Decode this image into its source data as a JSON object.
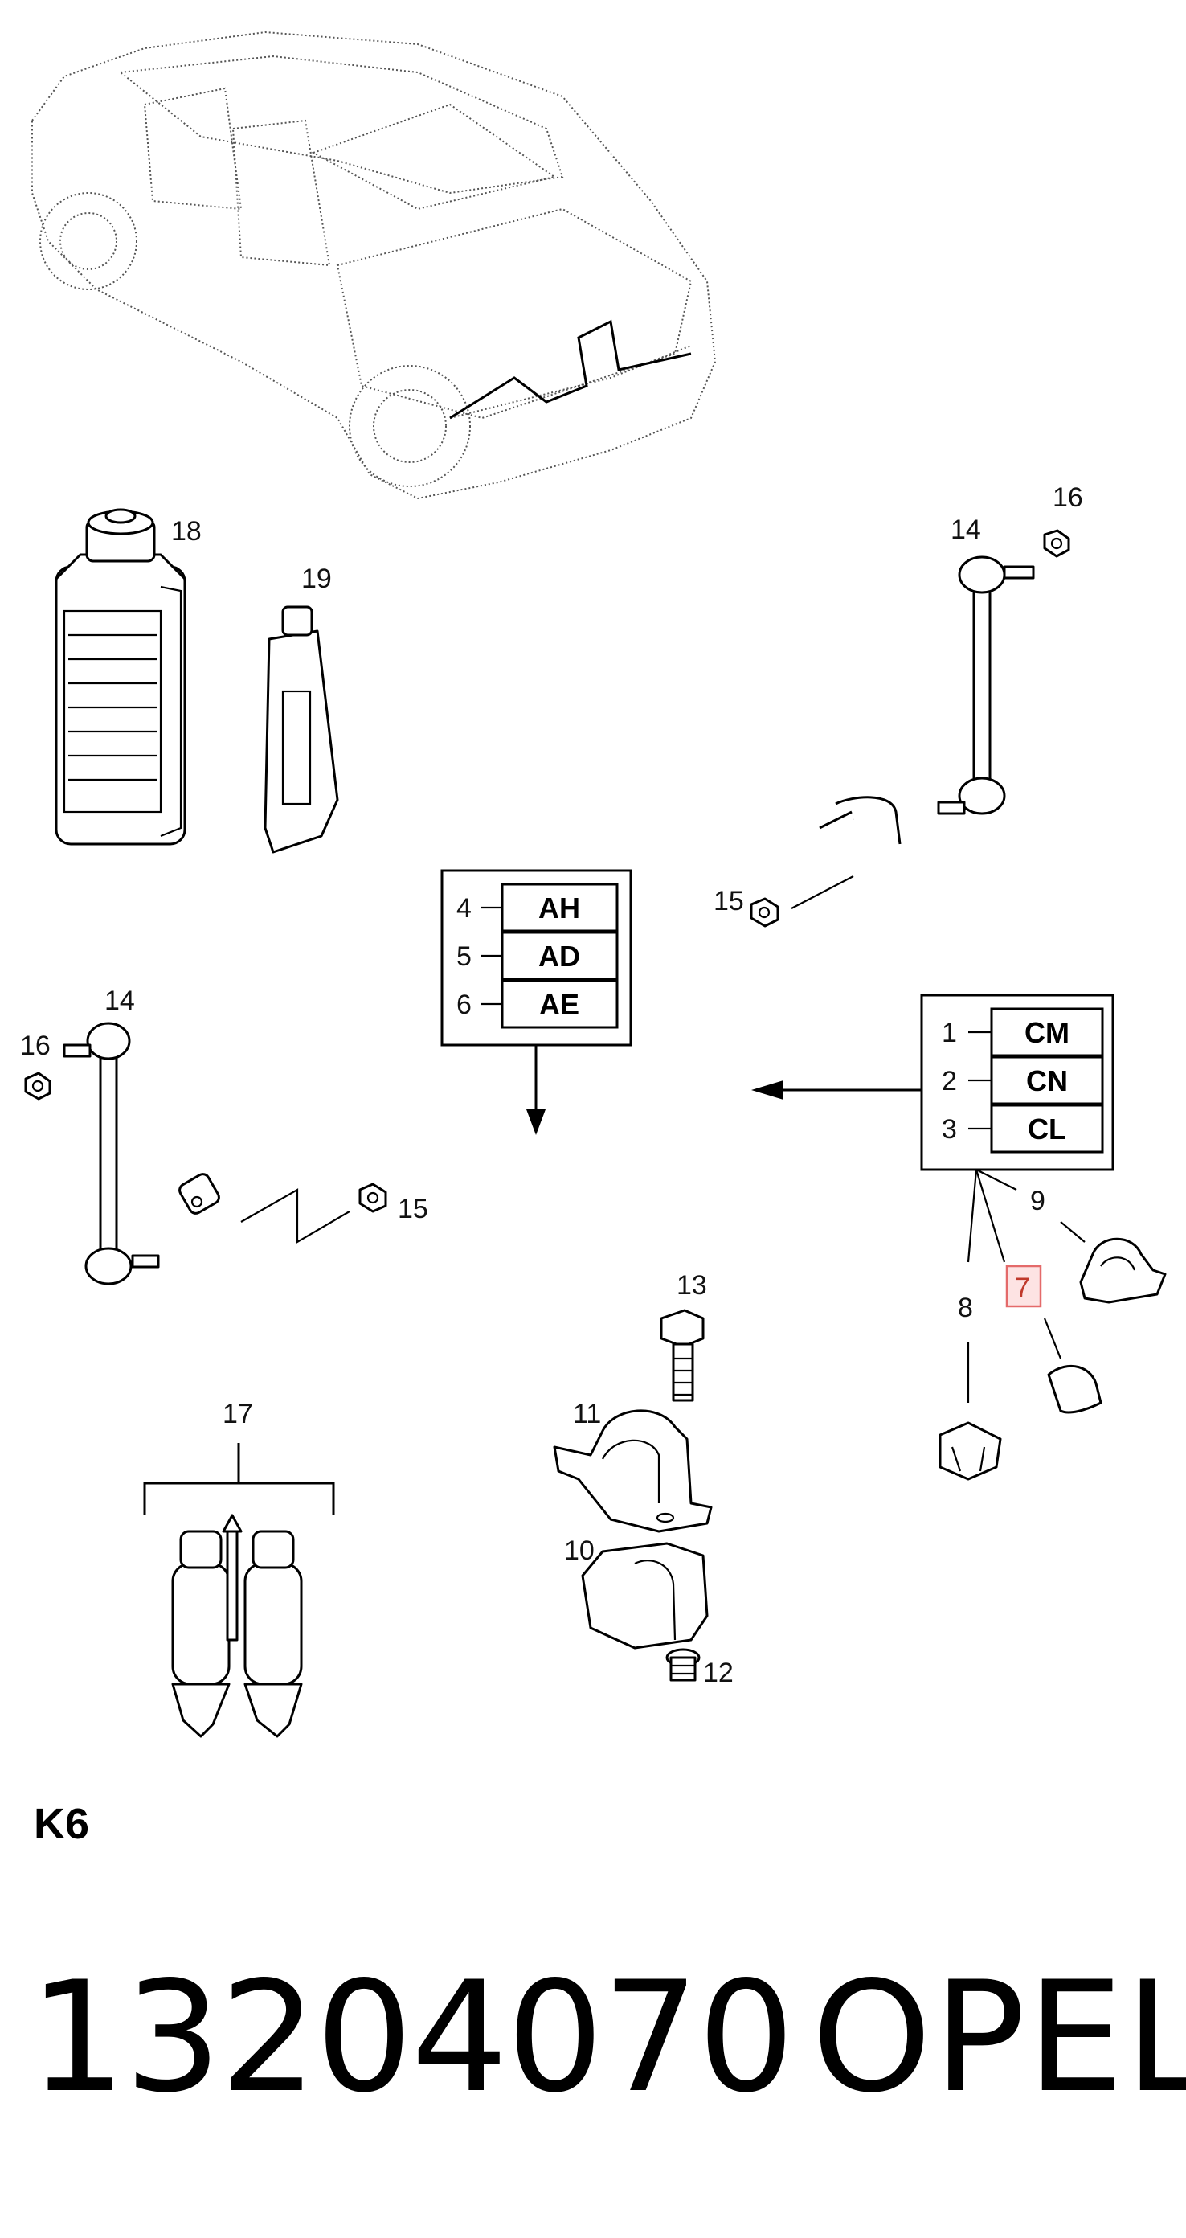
{
  "callouts": {
    "c1": "1",
    "c2": "2",
    "c3": "3",
    "c4": "4",
    "c5": "5",
    "c6": "6",
    "c7": "7",
    "c8": "8",
    "c9": "9",
    "c10": "10",
    "c11": "11",
    "c12": "12",
    "c13": "13",
    "c14": "14",
    "c15": "15",
    "c16": "16",
    "c17": "17",
    "c18": "18",
    "c19": "19"
  },
  "code_box_left": {
    "rows": [
      "AH",
      "AD",
      "AE"
    ]
  },
  "code_box_right": {
    "rows": [
      "CM",
      "CN",
      "CL"
    ]
  },
  "highlight_color": "#e46a6a",
  "section_code": "K6",
  "footer": {
    "part_number": "13204070",
    "brand": "OPEL"
  }
}
